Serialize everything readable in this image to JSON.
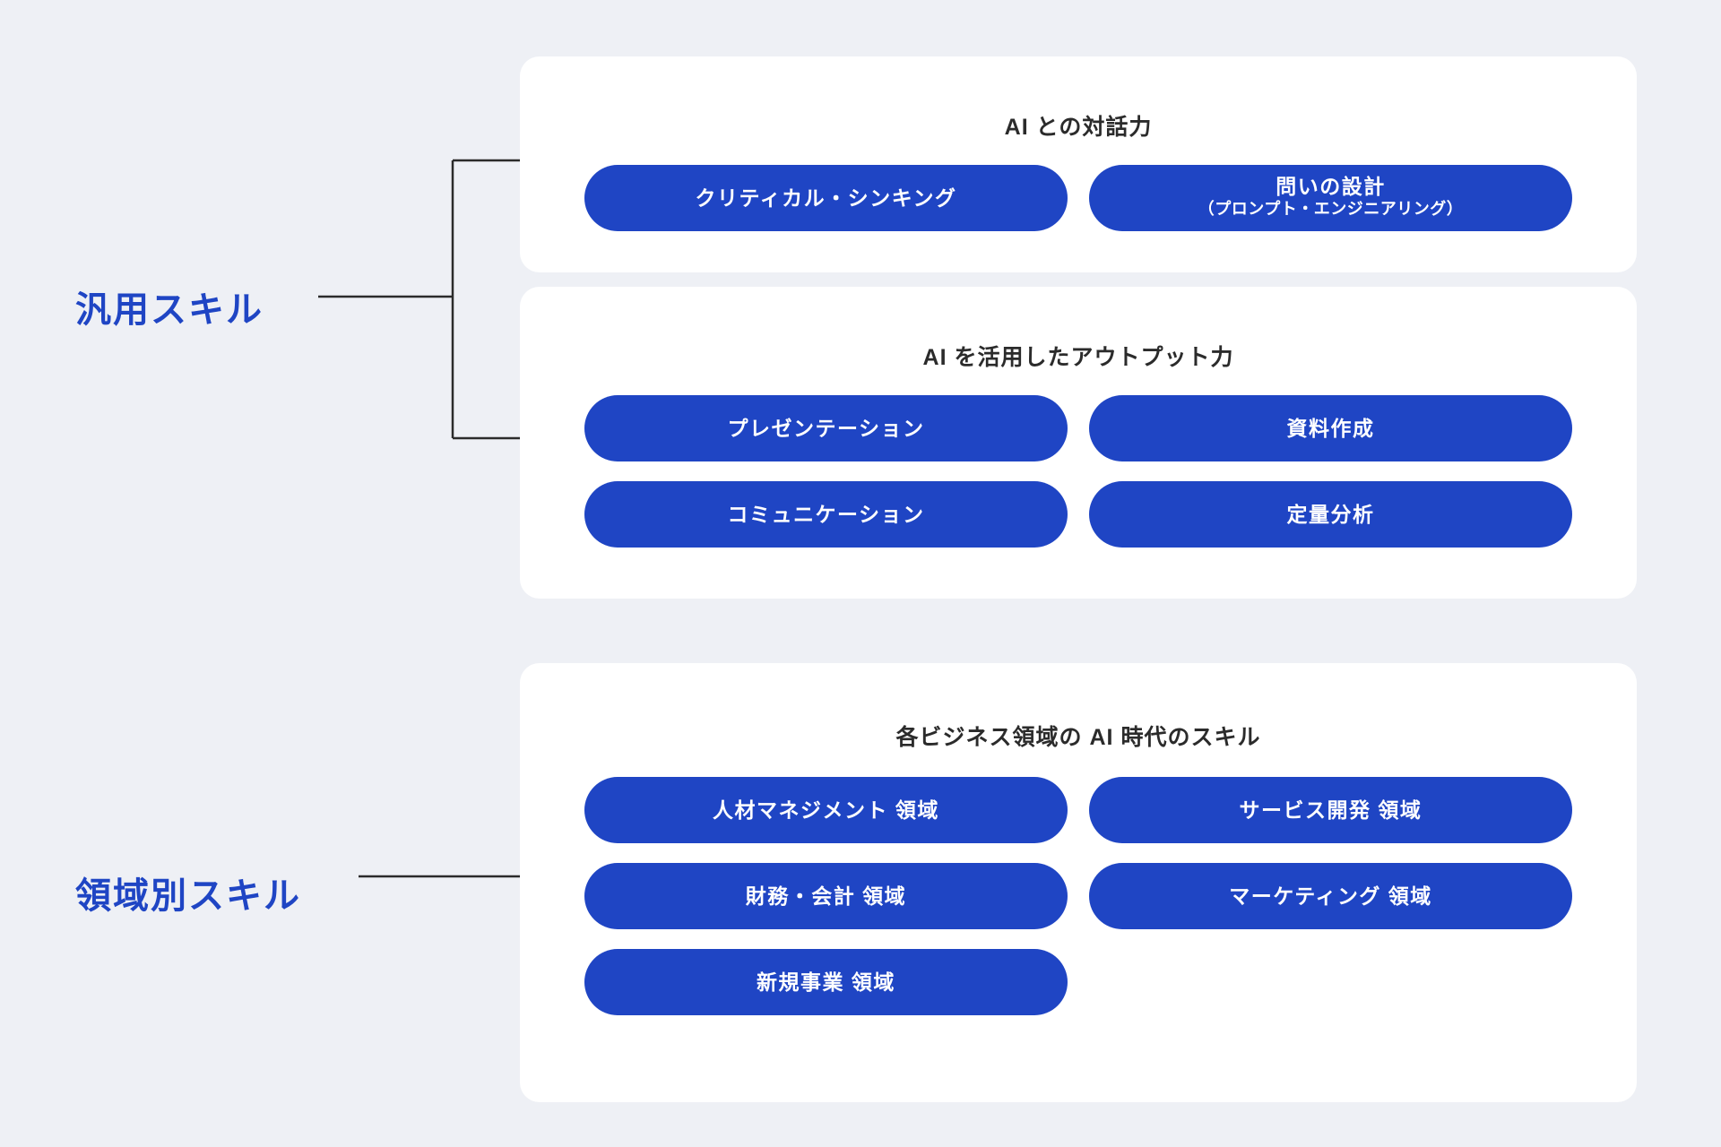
{
  "colors": {
    "background": "#eef0f5",
    "card": "#ffffff",
    "accent": "#1f45c4",
    "connector": "#2b2b2b",
    "title_text": "#2b2b2b",
    "pill_text": "#ffffff"
  },
  "categories": [
    {
      "id": "general",
      "label": "汎用スキル"
    },
    {
      "id": "domain",
      "label": "領域別スキル"
    }
  ],
  "cards": [
    {
      "id": "dialogue",
      "title": "AI との対話力",
      "pills": [
        {
          "main": "クリティカル・シンキング",
          "sub": ""
        },
        {
          "main": "問いの設計",
          "sub": "（プロンプト・エンジニアリング）"
        }
      ]
    },
    {
      "id": "output",
      "title": "AI を活用したアウトプット力",
      "pills": [
        {
          "main": "プレゼンテーション",
          "sub": ""
        },
        {
          "main": "資料作成",
          "sub": ""
        },
        {
          "main": "コミュニケーション",
          "sub": ""
        },
        {
          "main": "定量分析",
          "sub": ""
        }
      ]
    },
    {
      "id": "domain",
      "title": "各ビジネス領域の AI 時代のスキル",
      "pills": [
        {
          "main": "人材マネジメント 領域",
          "sub": ""
        },
        {
          "main": "サービス開発 領域",
          "sub": ""
        },
        {
          "main": "財務・会計 領域",
          "sub": ""
        },
        {
          "main": "マーケティング 領域",
          "sub": ""
        },
        {
          "main": "新規事業 領域",
          "sub": ""
        }
      ]
    }
  ]
}
